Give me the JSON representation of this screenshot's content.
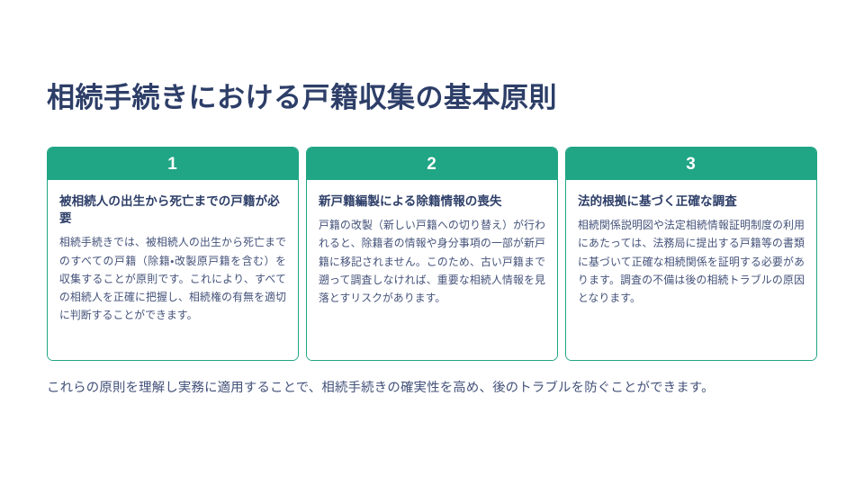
{
  "slide": {
    "title": "相続手続きにおける戸籍収集の基本原則",
    "footer_note": "これらの原則を理解し実務に適用することで、相続手続きの確実性を高め、後のトラブルを防ぐことができます。",
    "colors": {
      "background": "#ffffff",
      "accent_green": "#20a585",
      "title_navy": "#2d3e68",
      "body_text": "#44527a",
      "number_text": "#ffffff"
    },
    "cards": [
      {
        "number": "1",
        "heading": "被相続人の出生から死亡までの戸籍が必要",
        "text": "相続手続きでは、被相続人の出生から死亡までのすべての戸籍（除籍・改製原戸籍を含む）を収集することが原則です。これにより、すべての相続人を正確に把握し、相続権の有無を適切に判断することができます。"
      },
      {
        "number": "2",
        "heading": "新戸籍編製による除籍情報の喪失",
        "text": "戸籍の改製（新しい戸籍への切り替え）が行われると、除籍者の情報や身分事項の一部が新戸籍に移記されません。このため、古い戸籍まで遡って調査しなければ、重要な相続人情報を見落とすリスクがあります。"
      },
      {
        "number": "3",
        "heading": "法的根拠に基づく正確な調査",
        "text": "相続関係説明図や法定相続情報証明制度の利用にあたっては、法務局に提出する戸籍等の書類に基づいて正確な相続関係を証明する必要があります。調査の不備は後の相続トラブルの原因となります。"
      }
    ]
  }
}
